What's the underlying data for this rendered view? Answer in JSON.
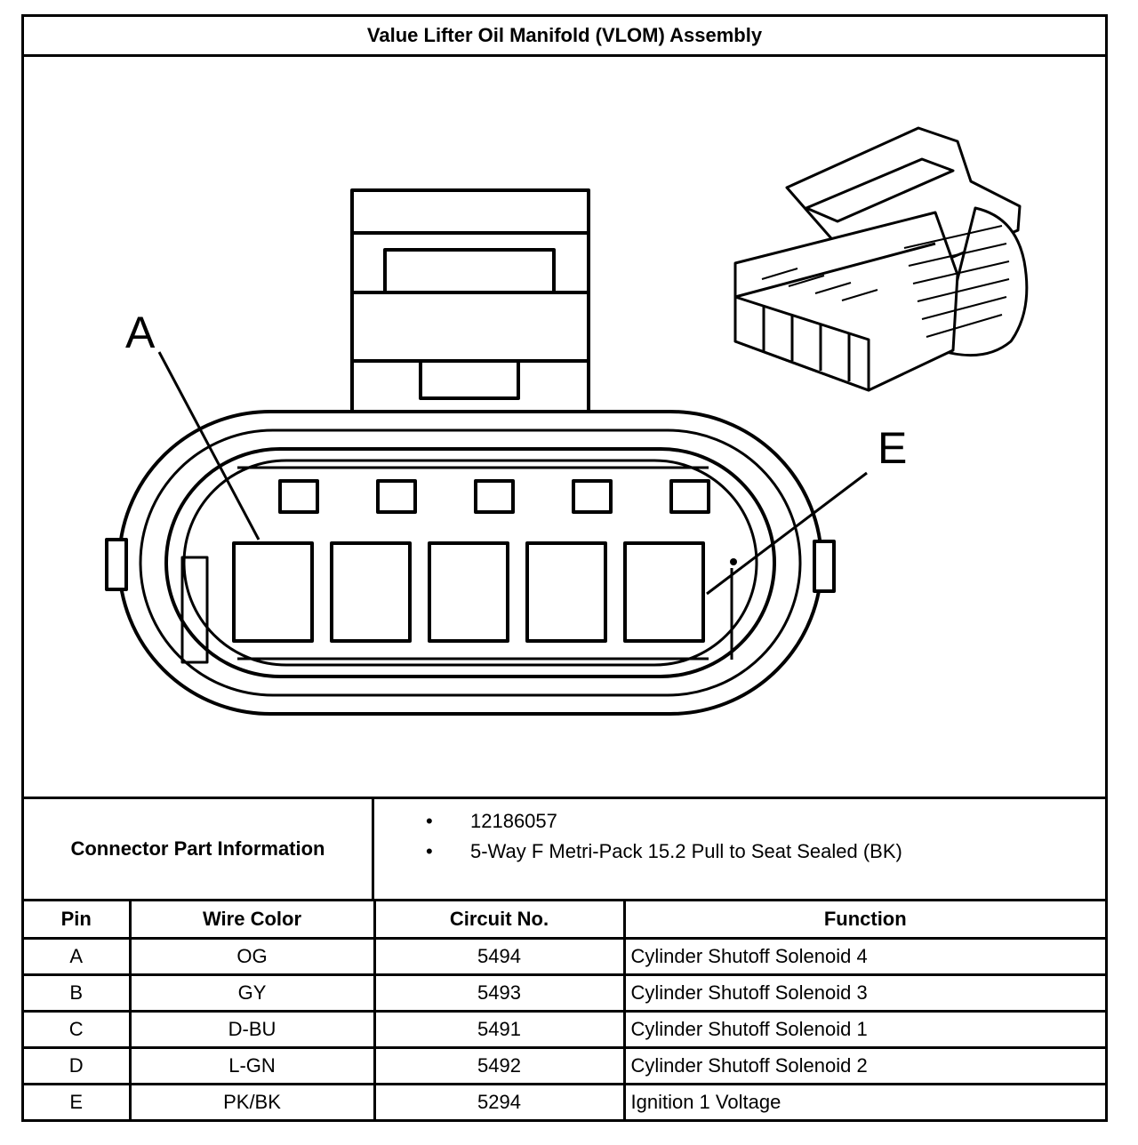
{
  "title": "Value Lifter Oil Manifold (VLOM) Assembly",
  "diagram": {
    "callouts": [
      "A",
      "E"
    ]
  },
  "part_info": {
    "label": "Connector Part Information",
    "items": [
      "12186057",
      "5-Way F Metri-Pack 15.2 Pull to Seat Sealed (BK)"
    ]
  },
  "table": {
    "headers": [
      "Pin",
      "Wire Color",
      "Circuit No.",
      "Function"
    ],
    "rows": [
      {
        "pin": "A",
        "wire_color": "OG",
        "circuit": "5494",
        "function": "Cylinder Shutoff Solenoid 4"
      },
      {
        "pin": "B",
        "wire_color": "GY",
        "circuit": "5493",
        "function": "Cylinder Shutoff Solenoid 3"
      },
      {
        "pin": "C",
        "wire_color": "D-BU",
        "circuit": "5491",
        "function": "Cylinder Shutoff Solenoid 1"
      },
      {
        "pin": "D",
        "wire_color": "L-GN",
        "circuit": "5492",
        "function": "Cylinder Shutoff Solenoid 2"
      },
      {
        "pin": "E",
        "wire_color": "PK/BK",
        "circuit": "5294",
        "function": "Ignition 1 Voltage"
      }
    ]
  }
}
